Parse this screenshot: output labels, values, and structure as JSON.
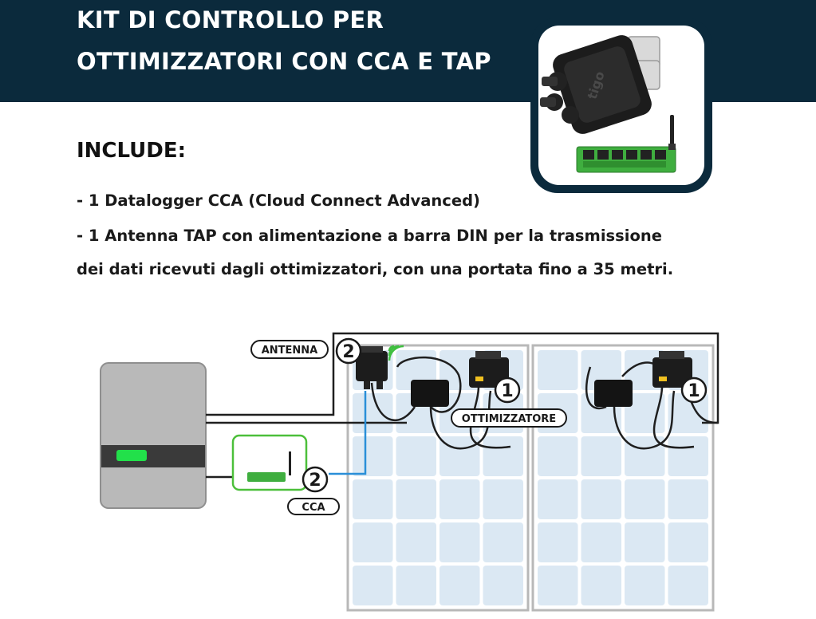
{
  "header": {
    "title_line1": "KIT DI CONTROLLO PER",
    "title_line2": "OTTIMIZZATORI CON CCA E TAP"
  },
  "content": {
    "include_title": "INCLUDE:",
    "bullets": [
      "- 1 Datalogger CCA (Cloud Connect Advanced)",
      "- 1 Antenna TAP con alimentazione a barra DIN per la trasmissione",
      "dei dati ricevuti dagli ottimizzatori, con una portata fino a 35 metri."
    ]
  },
  "diagram": {
    "labels": {
      "antenna": "ANTENNA",
      "ottimizzatore": "OTTIMIZZATORE",
      "cca": "CCA"
    },
    "numbers": {
      "antenna_num": "2",
      "cca_num": "2",
      "opt1_num": "1",
      "opt2_num": "1"
    },
    "colors": {
      "banner": "#0b2a3c",
      "led_green": "#22e04a",
      "cca_border": "#4cbf3a",
      "data_line": "#2a8fd8",
      "signal": "#3fbf3f",
      "panel_cell": "#dbe8f3"
    }
  }
}
